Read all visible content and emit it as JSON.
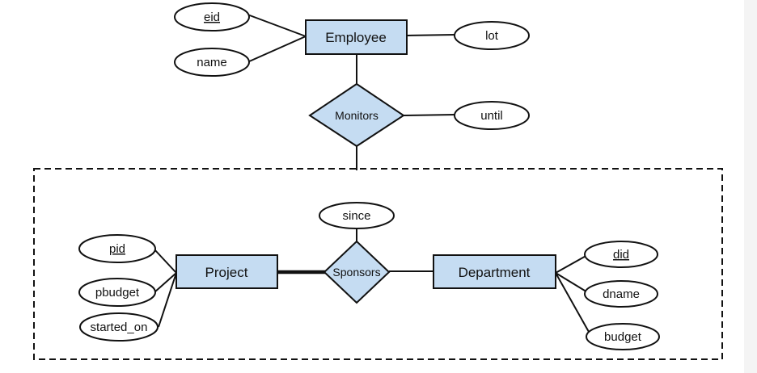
{
  "entities": {
    "employee": "Employee",
    "project": "Project",
    "department": "Department"
  },
  "relationships": {
    "monitors": "Monitors",
    "sponsors": "Sponsors"
  },
  "attributes": {
    "eid": "eid",
    "name": "name",
    "lot": "lot",
    "until": "until",
    "since": "since",
    "pid": "pid",
    "pbudget": "pbudget",
    "started_on": "started_on",
    "did": "did",
    "dname": "dname",
    "budget": "budget"
  },
  "colors": {
    "fill": "#c5dcf2",
    "stroke": "#111111"
  }
}
